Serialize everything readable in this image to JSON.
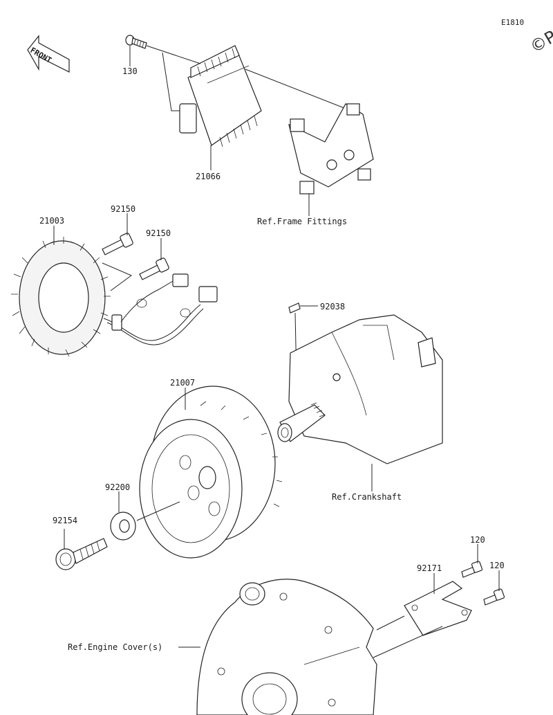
{
  "diagram_code": "E1810",
  "copyright_fragment": "©P",
  "front_label": "FRONT",
  "labels": {
    "p130": "130",
    "p21066": "21066",
    "ref_frame": "Ref.Frame Fittings",
    "p21003": "21003",
    "p92150a": "92150",
    "p92150b": "92150",
    "p92038": "92038",
    "p21007": "21007",
    "ref_crankshaft": "Ref.Crankshaft",
    "p92200": "92200",
    "p92154": "92154",
    "p120a": "120",
    "p120b": "120",
    "p92171": "92171",
    "ref_engine_cover": "Ref.Engine Cover(s)"
  }
}
